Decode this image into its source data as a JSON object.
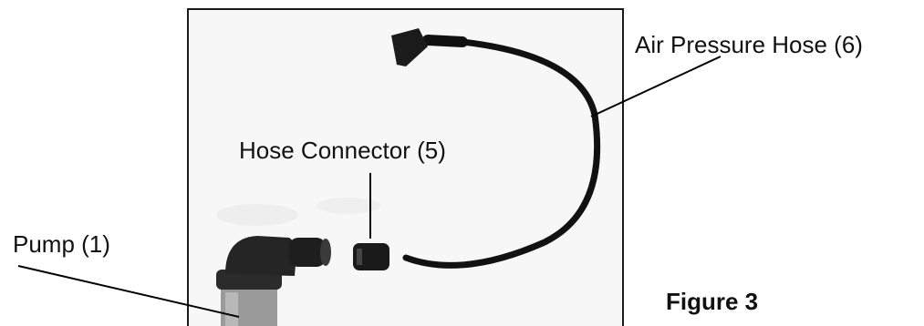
{
  "labels": {
    "pump": "Pump (1)",
    "hose_connector": "Hose Connector (5)",
    "air_pressure_hose": "Air Pressure Hose (6)"
  },
  "figure": {
    "caption": "Figure 3"
  },
  "colors": {
    "frame_border": "#1a1a1a",
    "photo_background": "#f7f7f7",
    "hose": "#111111",
    "pump_body": "#9a9a9a",
    "pump_head": "#2b2b2b",
    "leader_line": "#000000"
  }
}
